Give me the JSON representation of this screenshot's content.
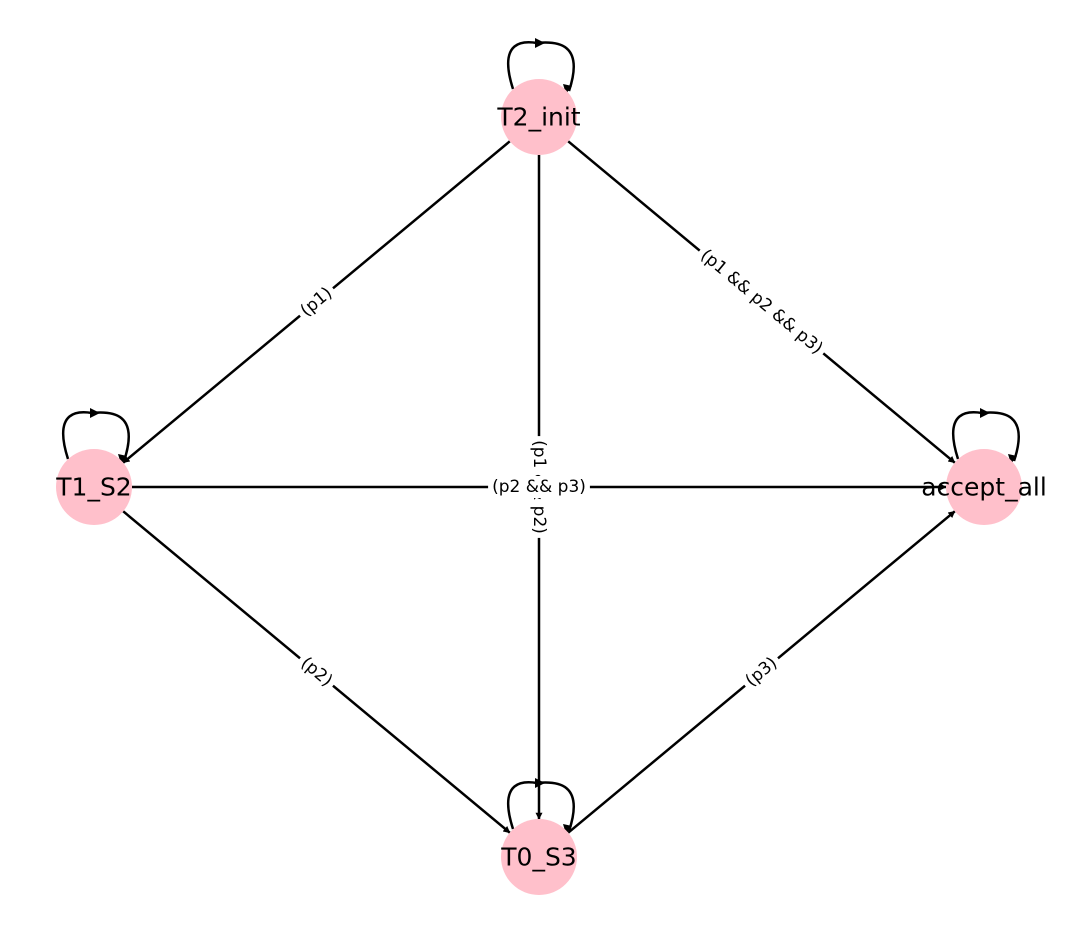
{
  "diagram": {
    "node_color": "#ffc0cb",
    "edge_color": "#000000",
    "nodes": [
      {
        "id": "T2_init",
        "label": "T2_init"
      },
      {
        "id": "T1_S2",
        "label": "T1_S2"
      },
      {
        "id": "accept_all",
        "label": "accept_all"
      },
      {
        "id": "T0_S3",
        "label": "T0_S3"
      }
    ],
    "edges": [
      {
        "id": "t2-t1",
        "from": "T2_init",
        "to": "T1_S2",
        "label": "(p1)"
      },
      {
        "id": "t2-t0",
        "from": "T2_init",
        "to": "T0_S3",
        "label": "(p1 && p2)"
      },
      {
        "id": "t2-acc",
        "from": "T2_init",
        "to": "accept_all",
        "label": "(p1 && p2 && p3)"
      },
      {
        "id": "t1-acc",
        "from": "T1_S2",
        "to": "accept_all",
        "label": "(p2 && p3)"
      },
      {
        "id": "t1-t0",
        "from": "T1_S2",
        "to": "T0_S3",
        "label": "(p2)"
      },
      {
        "id": "t0-acc",
        "from": "T0_S3",
        "to": "accept_all",
        "label": "(p3)"
      }
    ],
    "self_loops": [
      "T2_init",
      "T1_S2",
      "accept_all",
      "T0_S3"
    ]
  }
}
